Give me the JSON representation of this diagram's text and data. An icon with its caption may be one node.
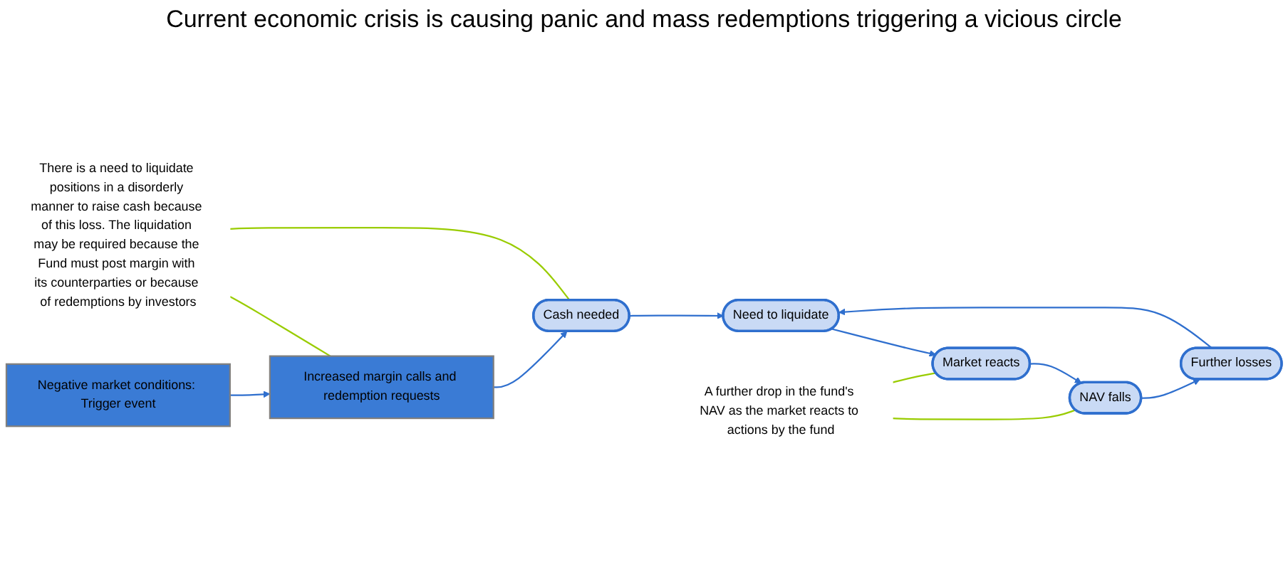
{
  "diagram": {
    "title": "Current economic crisis is causing panic and mass redemptions triggering a vicious circle",
    "nodes": [
      {
        "text": [
          "Negative market conditions: Trigger event"
        ]
      },
      {
        "text": [
          "Increased margin calls and redemption requests"
        ]
      },
      {
        "text": [
          "Cash needed"
        ]
      },
      {
        "text": [
          "Further losses"
        ]
      },
      {
        "text": [
          "NAV falls"
        ]
      },
      {
        "text": [
          "Market reacts"
        ]
      },
      {
        "text": [
          "Need to liquidate"
        ]
      },
      {
        "text": [
          "There is a need to liquidate positions in a disorderly manner to raise cash because of this loss. The liquidation may be required because the Fund must post margin with its counterparties or because of redemptions by investors"
        ]
      },
      {
        "text": [
          "A further drop in the fund's NAV as the market reacts to actions by the fund"
        ]
      }
    ],
    "edges": [
      {
        "from": 0,
        "to": 1,
        "arrow": "to"
      },
      {
        "from": 1,
        "to": 2,
        "arrow": "to"
      },
      {
        "from": 2,
        "to": 6,
        "arrow": "to"
      },
      {
        "from": 3,
        "to": 6,
        "arrow": "to"
      },
      {
        "from": 6,
        "to": 5,
        "arrow": "to"
      },
      {
        "from": 5,
        "to": 4,
        "arrow": "to"
      },
      {
        "from": 4,
        "to": 3,
        "arrow": "to"
      },
      {
        "from": 7,
        "to": 1,
        "arrow": "none",
        "color": "#99cc00"
      },
      {
        "from": 7,
        "to": 2,
        "arrow": "none",
        "color": "#99cc00"
      },
      {
        "from": 8,
        "to": 4,
        "arrow": "none",
        "color": "#99cc00"
      },
      {
        "from": 8,
        "to": 5,
        "arrow": "none",
        "color": "#99cc00"
      }
    ]
  }
}
